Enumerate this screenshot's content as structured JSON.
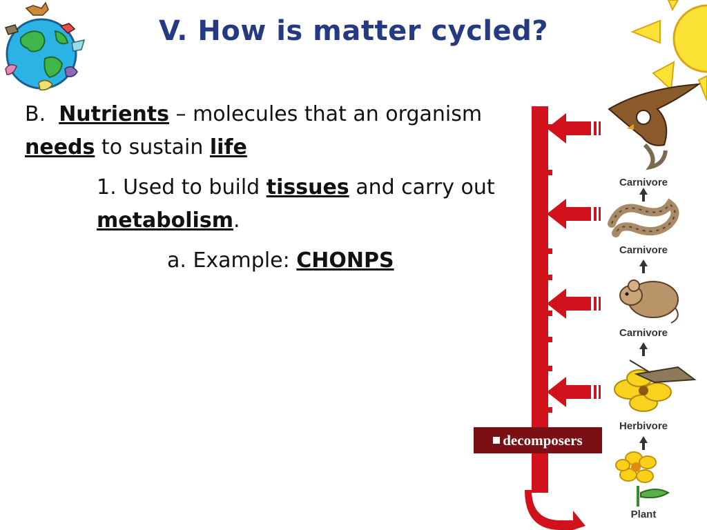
{
  "slide": {
    "title": "V. How is matter cycled?"
  },
  "content": {
    "b_prefix": "B.",
    "nutrients": "Nutrients",
    "dash_text": " – molecules that an organism",
    "needs": "needs",
    "to_sustain": " to sustain ",
    "life": "life",
    "item1_prefix": "1.  Used to build ",
    "tissues": "tissues",
    "and_carry": " and carry out",
    "metabolism": "metabolism",
    "period": ".",
    "example_prefix": "a. Example: ",
    "chonps": "CHONPS"
  },
  "food_chain": {
    "labels": [
      "Carnivore",
      "Carnivore",
      "Carnivore",
      "Herbivore",
      "Plant"
    ],
    "decomposers_label": "decomposers",
    "arrow_color": "#d1111b"
  },
  "icons": [
    "globe-icon",
    "sun-icon",
    "hawk-icon",
    "snake-icon",
    "mouse-icon",
    "grasshopper-icon",
    "flower-icon"
  ]
}
